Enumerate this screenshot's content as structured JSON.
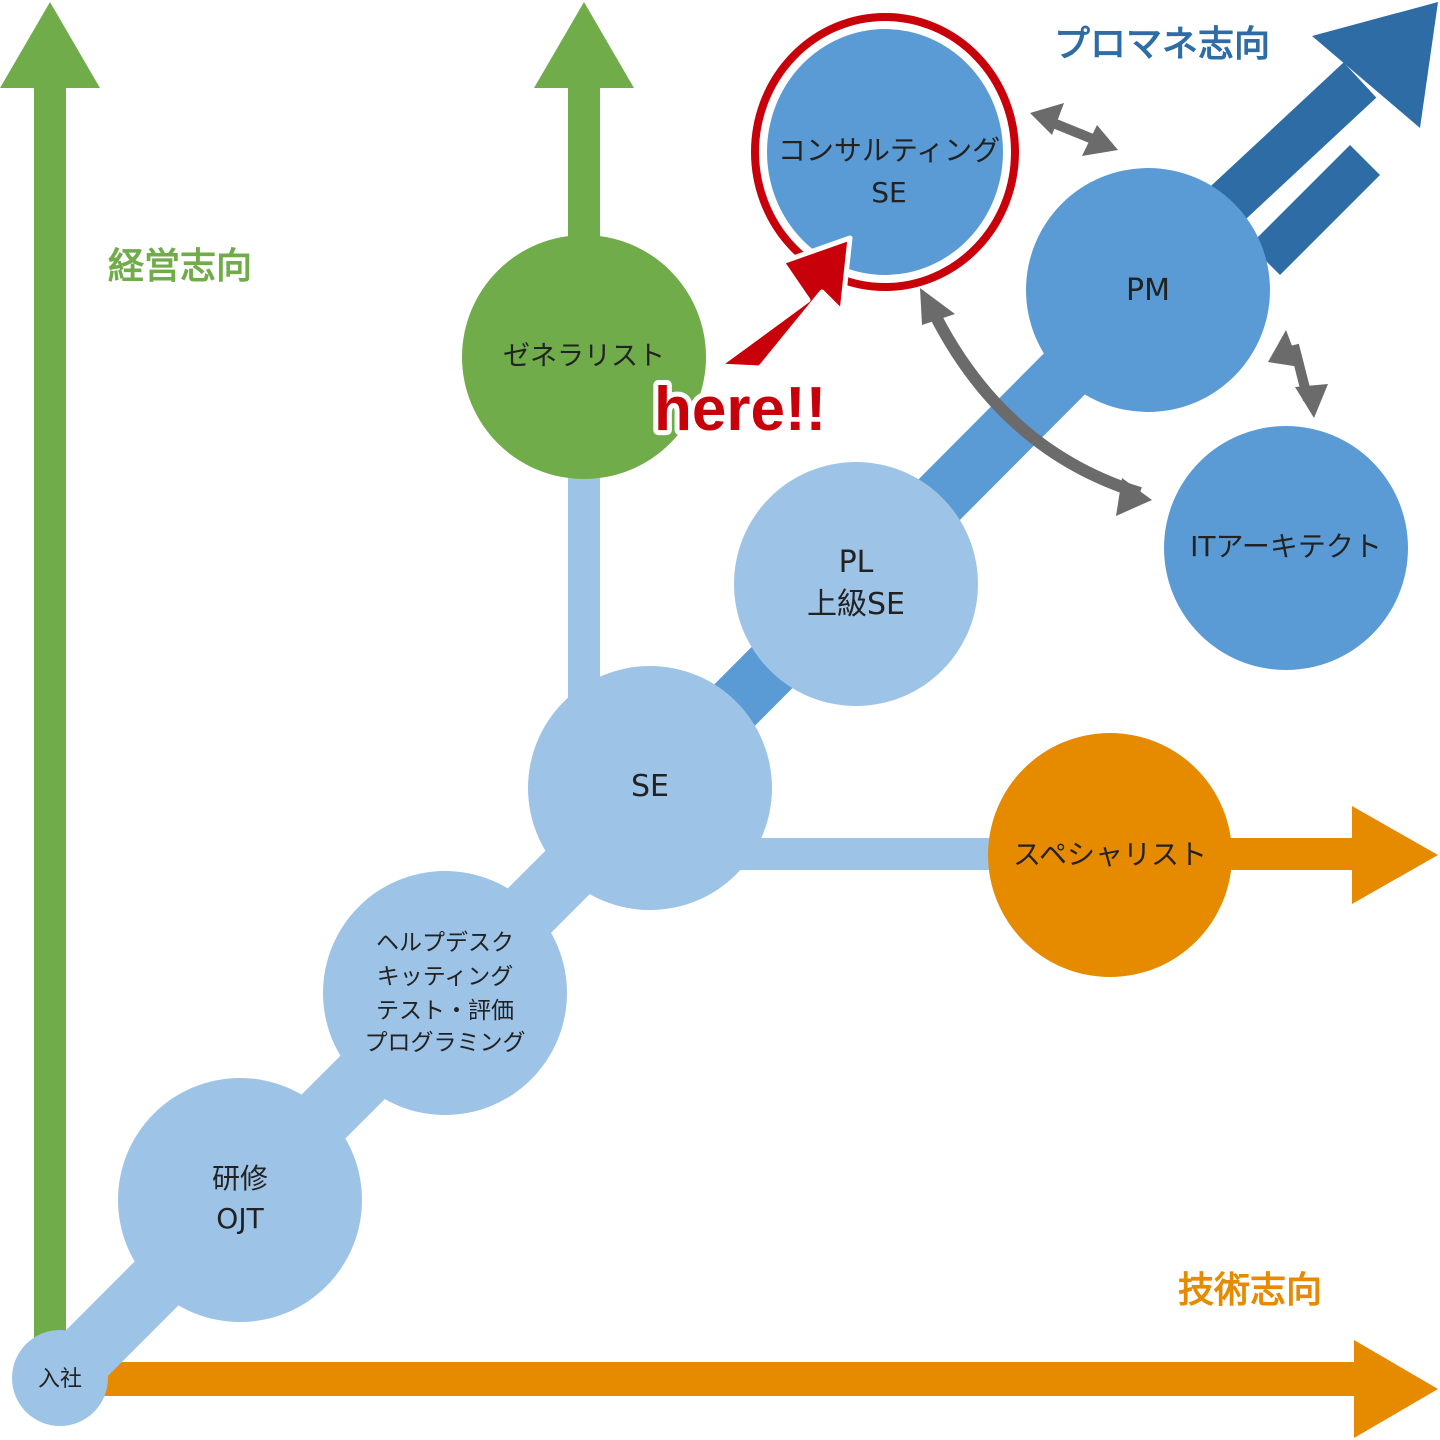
{
  "diagram": {
    "colors": {
      "green": "#71ac4a",
      "orange": "#e68a00",
      "light_blue": "#9dc3e6",
      "mid_blue": "#5b9bd5",
      "dark_blue": "#2e6ca6",
      "gray": "#6b6b6b",
      "red": "#c8000a"
    },
    "axis_labels": {
      "management": "経営志向",
      "technical": "技術志向",
      "project_management": "プロマネ志向"
    },
    "nodes": {
      "entry": {
        "lines": [
          "入社"
        ]
      },
      "training": {
        "lines": [
          "研修",
          "OJT"
        ]
      },
      "junior": {
        "lines": [
          "ヘルプデスク",
          "キッティング",
          "テスト・評価",
          "プログラミング"
        ]
      },
      "se": {
        "lines": [
          "SE"
        ]
      },
      "pl": {
        "lines": [
          "PL",
          "上級SE"
        ]
      },
      "generalist": {
        "lines": [
          "ゼネラリスト"
        ]
      },
      "specialist": {
        "lines": [
          "スペシャリスト"
        ]
      },
      "consulting": {
        "lines": [
          "コンサルティング",
          "SE"
        ]
      },
      "pm": {
        "lines": [
          "PM"
        ]
      },
      "architect": {
        "lines": [
          "ITアーキテクト"
        ]
      }
    },
    "highlight": {
      "label": "here!!",
      "target": "consulting"
    }
  }
}
